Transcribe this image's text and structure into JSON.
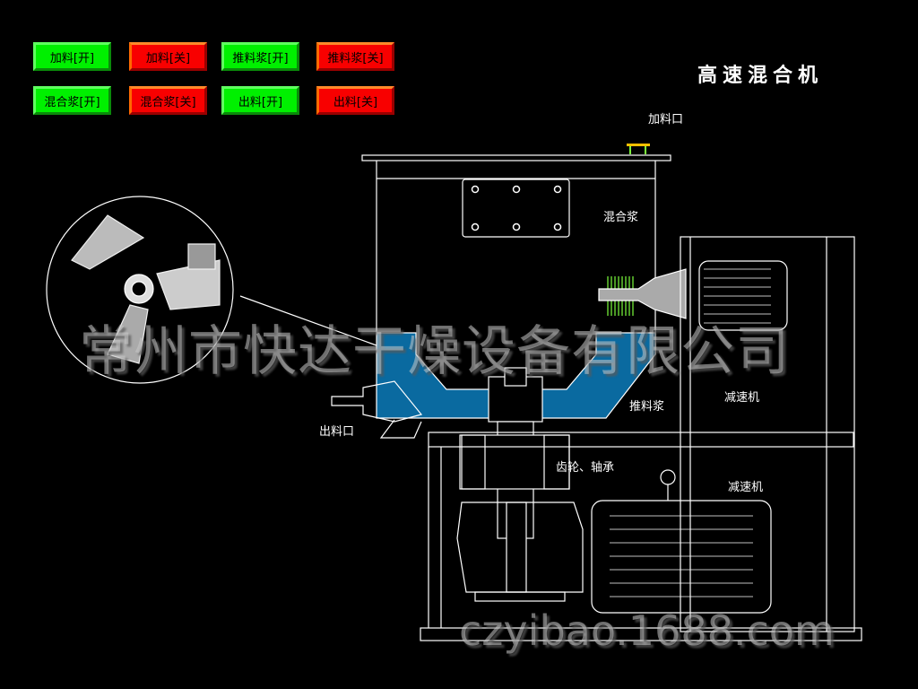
{
  "title": "高速混合机",
  "buttons": [
    {
      "label": "加料[开]",
      "state": "on"
    },
    {
      "label": "加料[关]",
      "state": "off"
    },
    {
      "label": "推料浆[开]",
      "state": "on"
    },
    {
      "label": "推料浆[关]",
      "state": "off"
    },
    {
      "label": "混合浆[开]",
      "state": "on"
    },
    {
      "label": "混合浆[关]",
      "state": "off"
    },
    {
      "label": "出料[开]",
      "state": "on"
    },
    {
      "label": "出料[关]",
      "state": "off"
    }
  ],
  "labels": {
    "feed_inlet": "加料口",
    "mixing_paddle": "混合浆",
    "reducer_top": "减速机",
    "push_paddle": "推料浆",
    "outlet": "出料口",
    "gear_bearing": "齿轮、轴承",
    "reducer_bottom": "减速机"
  },
  "watermarks": {
    "company": "常州市快达干燥设备有限公司",
    "site": "czyibao.1688.com"
  },
  "colors": {
    "on": "#00f000",
    "off": "#f80000",
    "vessel": "#0a6aa0",
    "paddle": "#7cff3c"
  }
}
